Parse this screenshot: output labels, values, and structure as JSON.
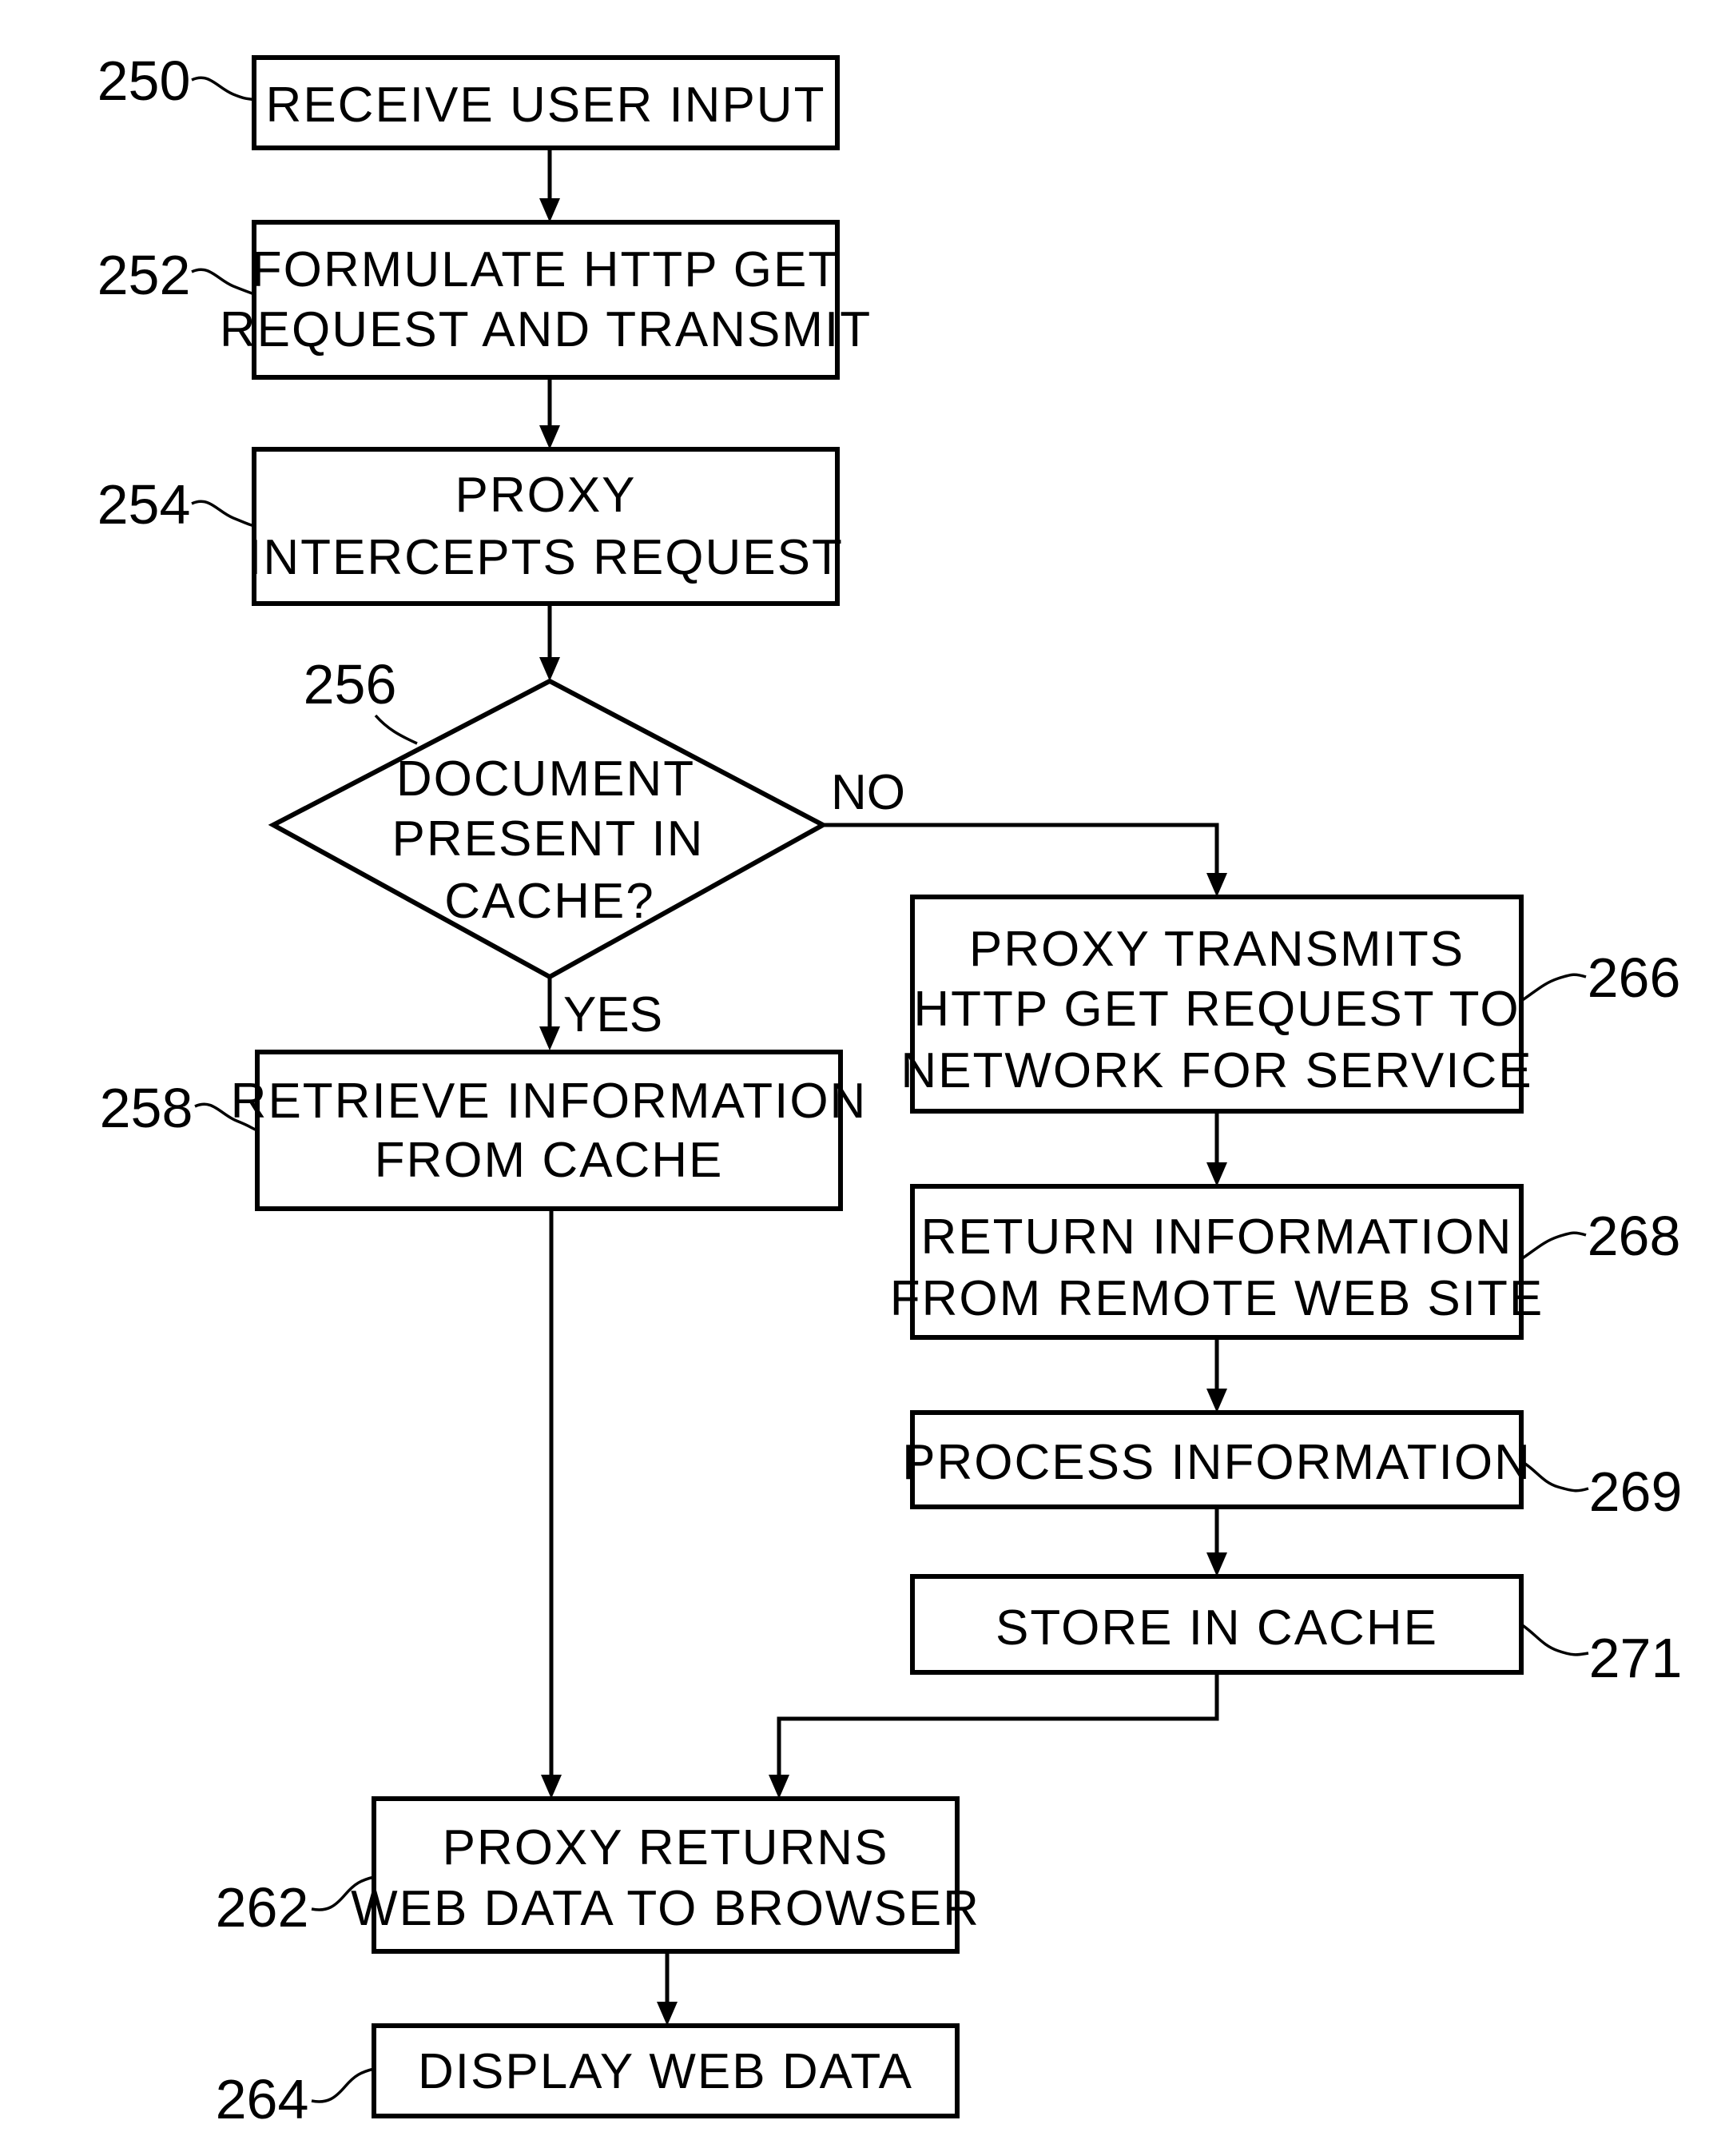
{
  "steps": {
    "s250": {
      "ref": "250",
      "lines": [
        "RECEIVE USER INPUT"
      ]
    },
    "s252": {
      "ref": "252",
      "lines": [
        "FORMULATE HTTP GET",
        "REQUEST AND TRANSMIT"
      ]
    },
    "s254": {
      "ref": "254",
      "lines": [
        "PROXY",
        "INTERCEPTS REQUEST"
      ]
    },
    "s256": {
      "ref": "256",
      "lines": [
        "DOCUMENT",
        "PRESENT IN",
        "CACHE?"
      ]
    },
    "s258": {
      "ref": "258",
      "lines": [
        "RETRIEVE INFORMATION",
        "FROM CACHE"
      ]
    },
    "s266": {
      "ref": "266",
      "lines": [
        "PROXY TRANSMITS",
        "HTTP GET REQUEST TO",
        "NETWORK FOR SERVICE"
      ]
    },
    "s268": {
      "ref": "268",
      "lines": [
        "RETURN INFORMATION",
        "FROM REMOTE WEB SITE"
      ]
    },
    "s269": {
      "ref": "269",
      "lines": [
        "PROCESS INFORMATION"
      ]
    },
    "s271": {
      "ref": "271",
      "lines": [
        "STORE IN CACHE"
      ]
    },
    "s262": {
      "ref": "262",
      "lines": [
        "PROXY RETURNS",
        "WEB DATA TO BROWSER"
      ]
    },
    "s264": {
      "ref": "264",
      "lines": [
        "DISPLAY WEB DATA"
      ]
    }
  },
  "branches": {
    "no": "NO",
    "yes": "YES"
  }
}
